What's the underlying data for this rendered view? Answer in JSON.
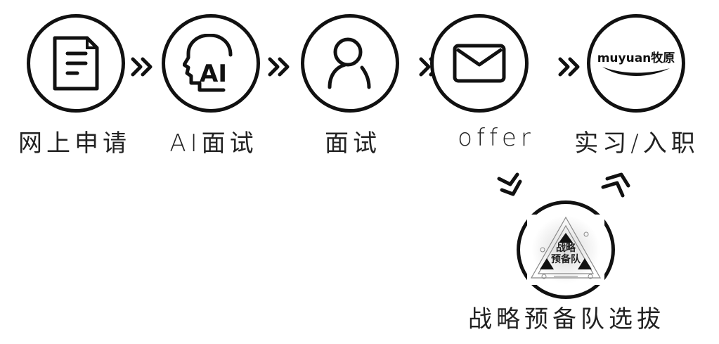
{
  "flow": {
    "steps": [
      {
        "label": "网上申请",
        "icon": "document-icon"
      },
      {
        "label": "AI面试",
        "icon": "ai-head-icon"
      },
      {
        "label": "面试",
        "icon": "person-icon"
      },
      {
        "label": "offer",
        "icon": "envelope-icon"
      },
      {
        "label": "实习/入职",
        "icon": "muyuan-logo",
        "logo_text": "muyuan牧原"
      }
    ],
    "branch": {
      "label": "战略预备队选拔",
      "icon": "strategic-reserve-logo",
      "logo_line1": "战略",
      "logo_line2": "预备队"
    },
    "arrow_glyph": "»"
  }
}
